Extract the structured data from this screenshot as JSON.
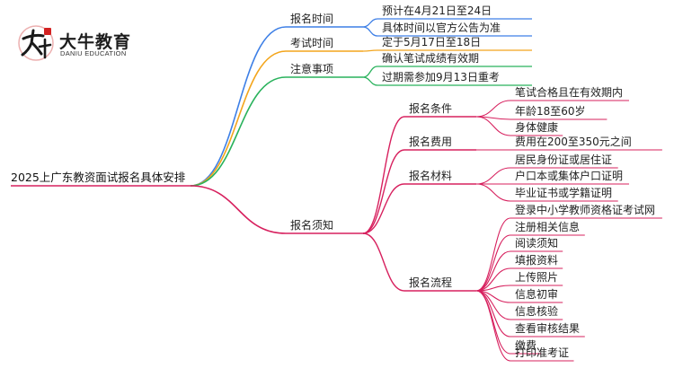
{
  "logo": {
    "cn": "大牛教育",
    "en": "DANIU EDUCATION",
    "mark_text": "大牛"
  },
  "root": "2025上广东教资面试报名具体安排",
  "colors": {
    "blue": "#3d7fe6",
    "orange": "#f3a51c",
    "green": "#29b25c",
    "magenta": "#d7205e"
  },
  "branches": [
    {
      "label": "报名时间",
      "color": "blue",
      "children": [
        {
          "label": "预计在4月21日至24日"
        },
        {
          "label": "具体时间以官方公告为准"
        }
      ]
    },
    {
      "label": "考试时间",
      "color": "orange",
      "children": [
        {
          "label": "定于5月17日至18日"
        }
      ]
    },
    {
      "label": "注意事项",
      "color": "green",
      "children": [
        {
          "label": "确认笔试成绩有效期"
        },
        {
          "label": "过期需参加9月13日重考"
        }
      ]
    },
    {
      "label": "报名须知",
      "color": "magenta",
      "children": [
        {
          "label": "报名条件",
          "children": [
            {
              "label": "笔试合格且在有效期内"
            },
            {
              "label": "年龄18至60岁"
            },
            {
              "label": "身体健康"
            }
          ]
        },
        {
          "label": "报名费用",
          "children": [
            {
              "label": "费用在200至350元之间"
            }
          ]
        },
        {
          "label": "报名材料",
          "children": [
            {
              "label": "居民身份证或居住证"
            },
            {
              "label": "户口本或集体户口证明"
            },
            {
              "label": "毕业证书或学籍证明"
            }
          ]
        },
        {
          "label": "报名流程",
          "children": [
            {
              "label": "登录中小学教师资格证考试网"
            },
            {
              "label": "注册相关信息"
            },
            {
              "label": "阅读须知"
            },
            {
              "label": "填报资料"
            },
            {
              "label": "上传照片"
            },
            {
              "label": "信息初审"
            },
            {
              "label": "信息核验"
            },
            {
              "label": "查看审核结果"
            },
            {
              "label": "缴费"
            },
            {
              "label": "打印准考证"
            }
          ]
        }
      ]
    }
  ]
}
